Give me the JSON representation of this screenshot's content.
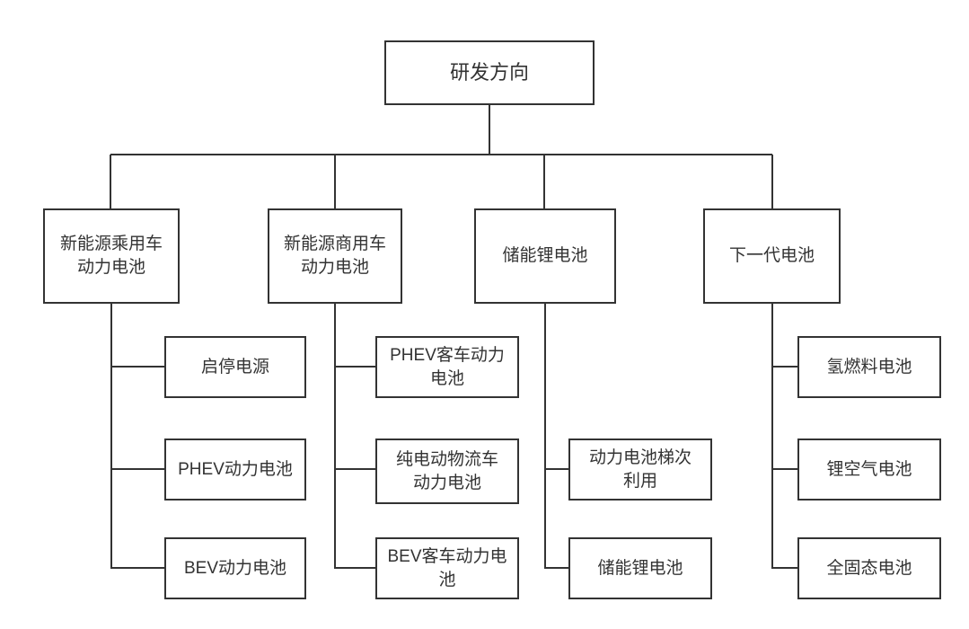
{
  "colors": {
    "background": "#ffffff",
    "node_fill": "#ffffff",
    "node_border": "#333333",
    "connector": "#333333",
    "text": "#333333"
  },
  "chart": {
    "type": "tree",
    "root": {
      "label": "研发方向"
    },
    "branches": [
      {
        "label": "新能源乘用车\n动力电池",
        "children": [
          {
            "label": "启停电源"
          },
          {
            "label": "PHEV动力电池"
          },
          {
            "label": "BEV动力电池"
          }
        ]
      },
      {
        "label": "新能源商用车\n动力电池",
        "children": [
          {
            "label": "PHEV客车动力\n电池"
          },
          {
            "label": "纯电动物流车\n动力电池"
          },
          {
            "label": "BEV客车动力电\n池"
          }
        ]
      },
      {
        "label": "储能锂电池",
        "children": [
          {
            "label": "动力电池梯次\n利用"
          },
          {
            "label": "储能锂电池"
          }
        ]
      },
      {
        "label": "下一代电池",
        "children": [
          {
            "label": "氢燃料电池"
          },
          {
            "label": "锂空气电池"
          },
          {
            "label": "全固态电池"
          }
        ]
      }
    ]
  }
}
